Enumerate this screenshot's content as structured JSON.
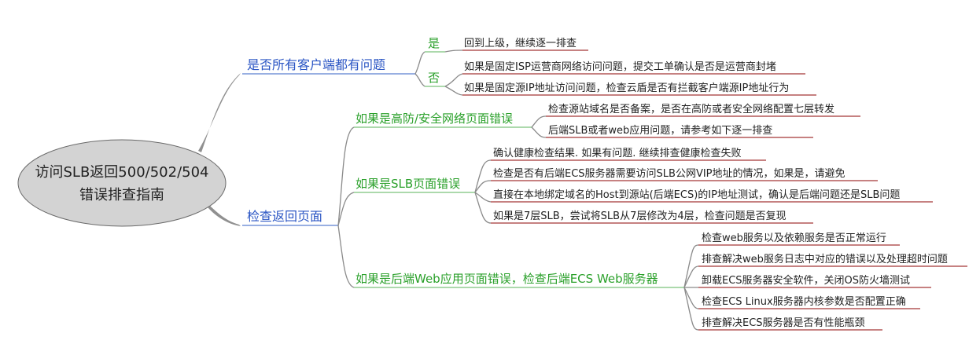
{
  "root": {
    "line1": "访问SLB返回500/502/504",
    "line2": "错误排查指南"
  },
  "branch_all_clients": {
    "label": "是否所有客户端都有问题",
    "yes": {
      "label": "是",
      "items": [
        "回到上级，继续逐一排查"
      ]
    },
    "no": {
      "label": "否",
      "items": [
        "如果是固定ISP运营商网络访问问题，提交工单确认是否是运营商封堵",
        "如果是固定源IP地址访问问题，检查云盾是否有拦截客户端源IP地址行为"
      ]
    }
  },
  "branch_check_page": {
    "label": "检查返回页面",
    "security": {
      "label": "如果是高防/安全网络页面错误",
      "items": [
        "检查源站域名是否备案，是否在高防或者安全网络配置七层转发",
        "后端SLB或者web应用问题，请参考如下逐一排查"
      ]
    },
    "slb": {
      "label": "如果是SLB页面错误",
      "items": [
        "确认健康检查结果. 如果有问题. 继续排查健康检查失败",
        "检查是否有后端ECS服务器需要访问SLB公网VIP地址的情况，如果是，请避免",
        "直接在本地绑定域名的Host到源站(后端ECS)的IP地址测试，确认是后端问题还是SLB问题",
        "如果是7层SLB，尝试将SLB从7层修改为4层，检查问题是否复现"
      ]
    },
    "web": {
      "label": "如果是后端Web应用页面错误，检查后端ECS Web服务器",
      "items": [
        "检查web服务以及依赖服务是否正常运行",
        "排查解决web服务日志中对应的错误以及处理超时问题",
        "卸载ECS服务器安全软件，关闭OS防火墙测试",
        "检查ECS Linux服务器内核参数是否配置正确",
        "排查解决ECS服务器是否有性能瓶颈"
      ]
    }
  },
  "colors": {
    "level1_text": "#2b56c4",
    "level2_text": "#2aa02a",
    "leaf_text": "#222222",
    "level1_underline": "#5b7fd0",
    "level2_underline": "#7ac27a",
    "leaf_underline": "#a33636",
    "connector": "#8a8a8a",
    "root_fill": "#d3d3d3"
  }
}
